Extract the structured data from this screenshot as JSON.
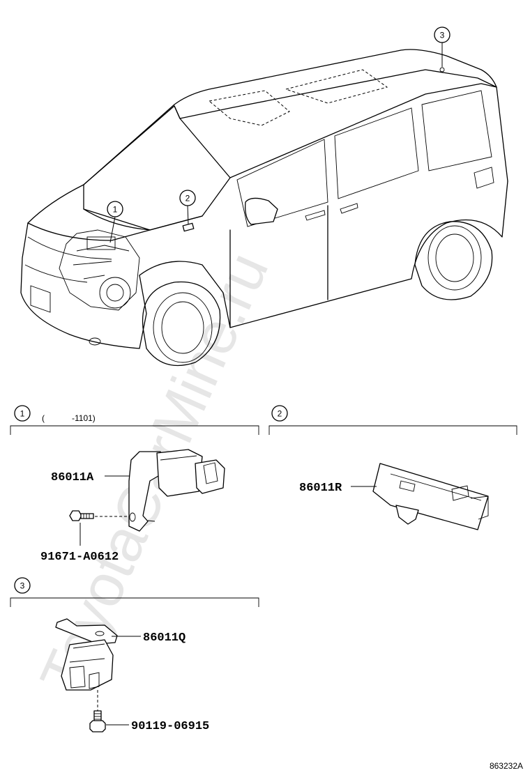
{
  "watermark": "ToyotaCarMine.ru",
  "callouts": {
    "c1": "1",
    "c2": "2",
    "c3": "3"
  },
  "sections": {
    "s1": {
      "label": "1",
      "note_open": "(",
      "note_code": "-1101)"
    },
    "s2": {
      "label": "2"
    },
    "s3": {
      "label": "3"
    }
  },
  "parts": {
    "p_86011A": "86011A",
    "p_91671": "91671-A0612",
    "p_86011R": "86011R",
    "p_86011Q": "86011Q",
    "p_90119": "90119-06915"
  },
  "illustration_ref": "863232A"
}
